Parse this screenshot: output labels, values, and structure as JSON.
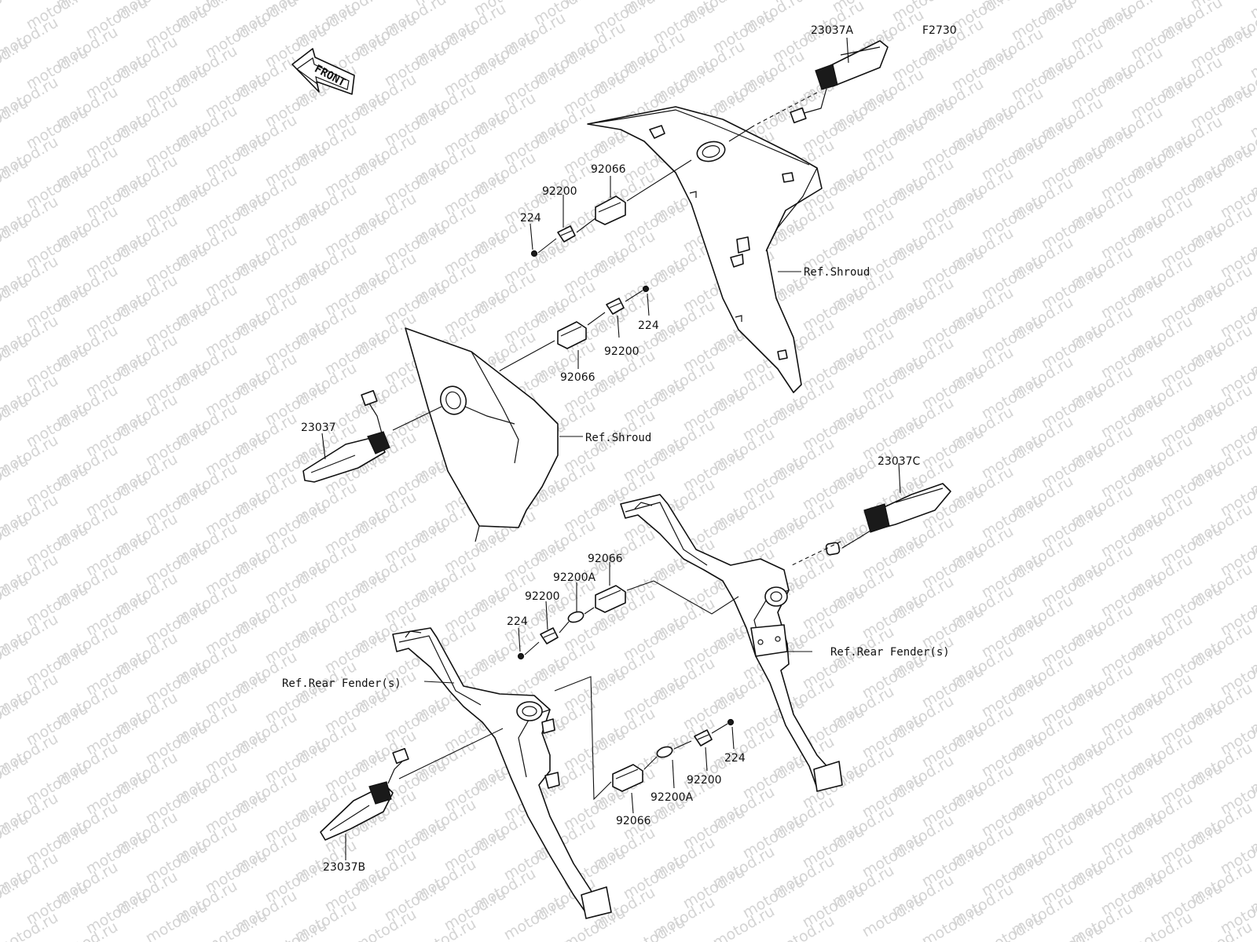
{
  "diagram": {
    "figure_code": "F2730",
    "front_label": "FRONT",
    "watermark": "motod.ru",
    "labels": {
      "signal_front_right": "23037A",
      "signal_front_left": "23037",
      "signal_rear_right": "23037C",
      "signal_rear_left": "23037B",
      "grommet_a": "92066",
      "grommet_b": "92066",
      "grommet_c": "92066",
      "grommet_d": "92066",
      "clip_a": "92200",
      "clip_b": "92200",
      "clip_c": "92200",
      "clip_d": "92200",
      "clip_e": "92200A",
      "clip_f": "92200A",
      "screw_a": "224",
      "screw_b": "224",
      "screw_c": "224",
      "screw_d": "224",
      "ref_shroud_right": "Ref.Shroud",
      "ref_shroud_left": "Ref.Shroud",
      "ref_fender_right": "Ref.Rear Fender(s)",
      "ref_fender_left": "Ref.Rear Fender(s)"
    }
  }
}
